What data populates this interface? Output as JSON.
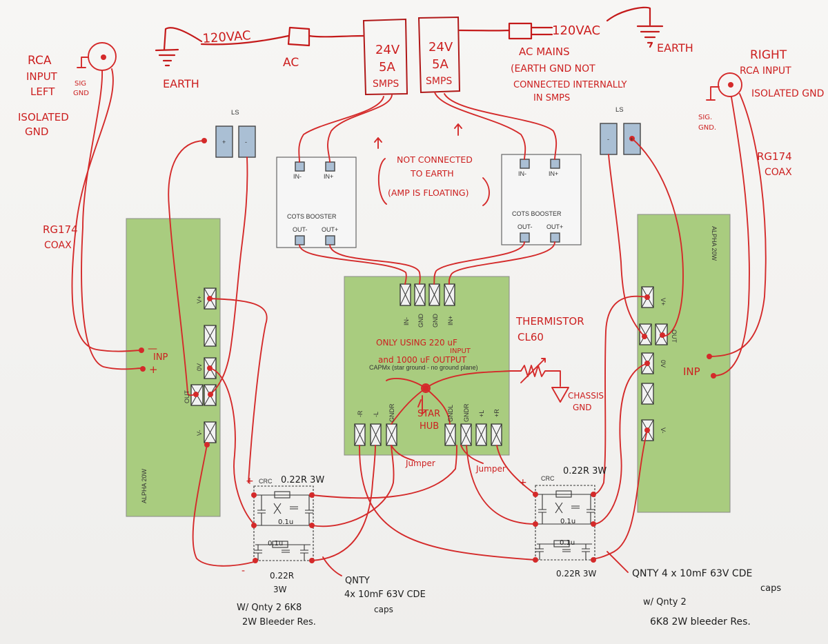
{
  "smps": {
    "left": {
      "volts": "24V",
      "amps": "5A",
      "type": "SMPS"
    },
    "right": {
      "volts": "24V",
      "amps": "5A",
      "type": "SMPS"
    }
  },
  "mains": {
    "left_vac": "120VAC",
    "left_ac": "AC",
    "left_earth": "EARTH",
    "right_vac": "120VAC",
    "right_earth": "EARTH",
    "right_note_lines": [
      "AC MAINS",
      "(EARTH GND NOT",
      "CONNECTED INTERNALLY",
      "IN SMPS"
    ]
  },
  "rca_left": {
    "lines": [
      "RCA",
      "INPUT",
      "LEFT"
    ],
    "sig_gnd": [
      "SIG",
      "GND"
    ],
    "iso_lines": [
      "ISOLATED",
      "GND"
    ],
    "coax_lines": [
      "RG174",
      "COAX"
    ]
  },
  "rca_right": {
    "lines": [
      "RIGHT",
      "RCA INPUT"
    ],
    "iso": "ISOLATED GND",
    "sig_gnd": [
      "SIG.",
      "GND."
    ],
    "coax_lines": [
      "RG174",
      "COAX"
    ]
  },
  "ls_left": {
    "label": "LS",
    "plus": "+",
    "minus": "-"
  },
  "ls_right": {
    "label": "LS",
    "minus": "-",
    "plus": "+"
  },
  "booster_left": {
    "in_minus": "IN-",
    "in_plus": "IN+",
    "title": "COTS BOOSTER",
    "out_minus": "OUT-",
    "out_plus": "OUT+"
  },
  "booster_right": {
    "in_minus": "IN-",
    "in_plus": "IN+",
    "title": "COTS BOOSTER",
    "out_minus": "OUT-",
    "out_plus": "OUT+"
  },
  "note_floating": [
    "NOT CONNECTED",
    "TO EARTH",
    "(AMP IS FLOATING)"
  ],
  "amp_left": {
    "vplus": "V+",
    "zero": "0V",
    "out": "OUT",
    "vminus": "V-",
    "inp": "INP",
    "inp_minus": "—",
    "inp_plus": "+",
    "title": "ALPHA 20W"
  },
  "amp_right": {
    "vplus": "V+",
    "out": "OUT",
    "zero": "0V",
    "vminus": "V-",
    "inp": "INP",
    "title": "ALPHA 20W"
  },
  "capmx": {
    "top_pins": [
      "IN-",
      "GND",
      "GND",
      "IN+"
    ],
    "bottom_pins": [
      "-R",
      "-L",
      "GNDR",
      "GNDL",
      "GNDR",
      "+L",
      "+R"
    ],
    "caption": "CAPMx (star ground - no ground plane)",
    "note_lines": [
      "ONLY USING 220 uF",
      "INPUT",
      "and 1000 uF OUTPUT"
    ],
    "star_hub": [
      "STAR",
      "HUB"
    ],
    "jumper_left": "Jumper",
    "jumper_right": "Jumper"
  },
  "thermistor": {
    "lines": [
      "THERMISTOR",
      "CL60"
    ],
    "chassis": [
      "CHASSIS",
      "GND"
    ]
  },
  "crc_left": {
    "label": "CRC",
    "r_top": "0.22R 3W",
    "cap_small": "0.1u",
    "cap_small2": "0.1u",
    "r_bottom": "0.22R",
    "r_bottom_w": "3W",
    "plus": "+",
    "minus": "-"
  },
  "crc_right": {
    "label": "CRC",
    "r_top": "0.22R 3W",
    "cap_small": "0.1u",
    "cap_small2": "0.1u",
    "r_bottom": "0.22R 3W",
    "plus": "+"
  },
  "notes_black": {
    "left_qty": [
      "QNTY",
      "4x 10mF 63V CDE",
      "caps"
    ],
    "left_bleeder": [
      "W/ Qnty 2 6K8",
      "2W Bleeder Res."
    ],
    "right_qty": [
      "QNTY 4 x 10mF 63V CDE",
      "caps"
    ],
    "right_bleeder": [
      "w/ Qnty 2",
      "6K8 2W bleeder Res."
    ]
  }
}
